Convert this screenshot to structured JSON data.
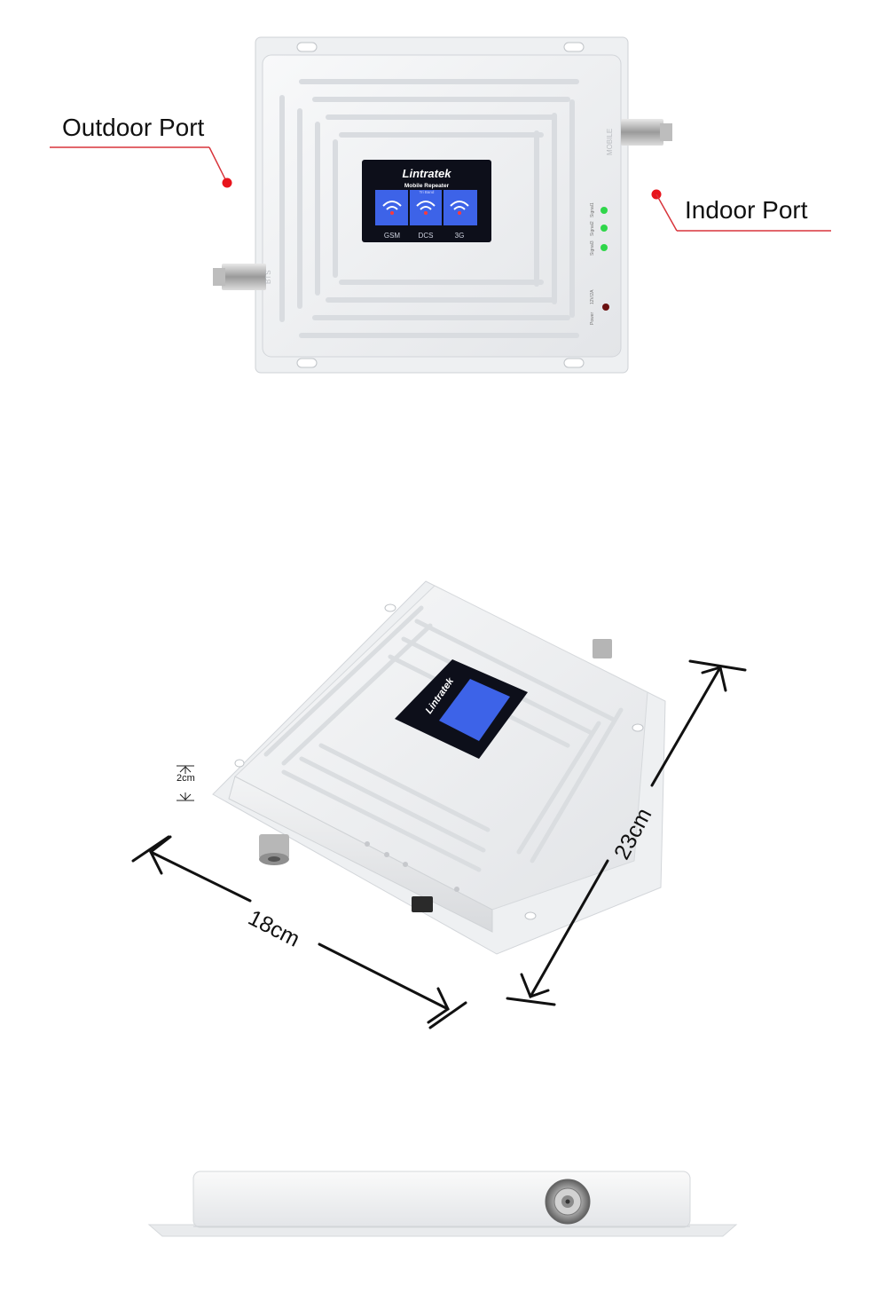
{
  "top_view": {
    "brand": "Lintratek",
    "screen_title": "Mobile Repeater",
    "screen_subtitle": "Tri Band",
    "bands": [
      "GSM",
      "DCS",
      "3G"
    ],
    "port_bts": "BTS",
    "port_mobile": "MOBILE",
    "led_labels": [
      "Signal1",
      "Signal2",
      "Signal3"
    ],
    "power_label": "Power",
    "dc_label": "12V/2A"
  },
  "callouts": {
    "outdoor": "Outdoor Port",
    "indoor": "Indoor Port"
  },
  "dimensions": {
    "height": "2cm",
    "width": "18cm",
    "length": "23cm"
  },
  "colors": {
    "callout_dot": "#e8141c",
    "callout_line": "#d8343b",
    "device_body": "#f1f2f4",
    "screen_bg": "#0d0f1a",
    "screen_panel": "#3d63e8",
    "led_green": "#2fd64a"
  }
}
